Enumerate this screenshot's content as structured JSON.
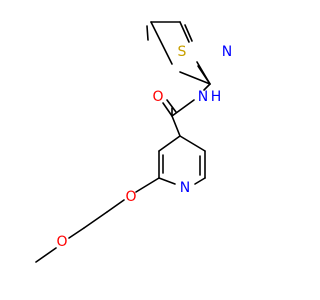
{
  "molecule": {
    "atoms": {
      "O_carbonyl": {
        "label": "O",
        "color": "#ff0000"
      },
      "N_amide": {
        "label": "N",
        "color": "#0000ff"
      },
      "H_amide": {
        "label": "H",
        "color": "#0000ff"
      },
      "S_thiazole": {
        "label": "S",
        "color": "#c8a000"
      },
      "N_thiazole": {
        "label": "N",
        "color": "#0000ff"
      },
      "N_pyridine": {
        "label": "N",
        "color": "#0000ff"
      },
      "O_ether": {
        "label": "O",
        "color": "#ff0000"
      },
      "O_methoxy": {
        "label": "O",
        "color": "#ff0000"
      }
    },
    "bond_color": "#000000"
  }
}
